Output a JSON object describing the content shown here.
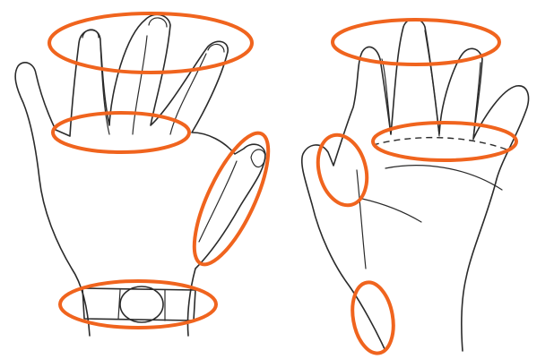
{
  "colors": {
    "highlight": "#f0641e",
    "ink": "#2b2b2b",
    "background": "#ffffff"
  },
  "figures": [
    {
      "name": "back-of-hand",
      "highlighted_regions": [
        "fingertips",
        "finger-base-knuckles",
        "thumb",
        "wrist-watch"
      ]
    },
    {
      "name": "palm-of-hand",
      "highlighted_regions": [
        "fingertips",
        "finger-base-crease",
        "thumb",
        "wrist-side"
      ]
    }
  ]
}
